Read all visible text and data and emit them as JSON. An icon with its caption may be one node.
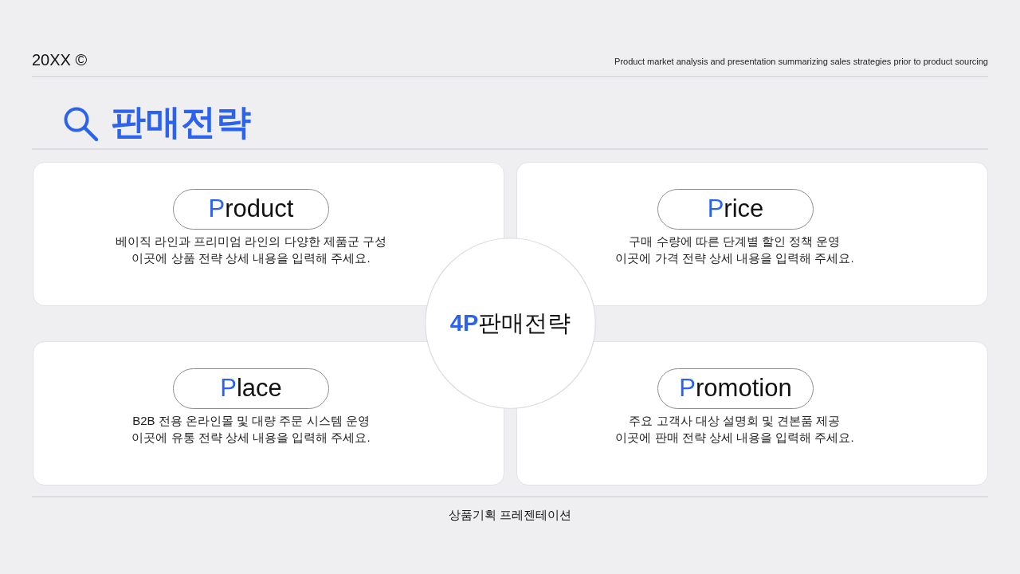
{
  "diagram": {
    "title": "판매전략",
    "nodes": [
      {
        "text": [
          "베이직 라인과 프리미엄 라인의 다양한 제품군 구성",
          "이곳에 상품 전략 상세 내용을 입력해 주세요."
        ]
      },
      {
        "text": [
          "Product"
        ],
        "in": 0
      },
      {
        "text": [
          "구매 수량에 따른 단계별 할인 정책 운영",
          "이곳에 가격 전략 상세 내용을 입력해 주세요."
        ]
      },
      {
        "text": [
          "Price"
        ],
        "in": 2
      },
      {
        "text": [
          "**4P**판매전략"
        ]
      },
      {
        "text": [
          "B2B 전용 온라인몰 및 대량 주문 시스템 운영",
          "이곳에 유통 전략 상세 내용을 입력해 주세요."
        ]
      },
      {
        "text": [
          "Place"
        ],
        "in": 5
      },
      {
        "text": [
          "주요 고객사 대상 설명회 및 견본품 제공",
          "이곳에 판매 전략 상세 내용을 입력해 주세요."
        ]
      },
      {
        "text": [
          "Promotion"
        ],
        "in": 7
      }
    ],
    "labels": [
      "20XX ©",
      "Product market analysis and presentation summarizing sales strategies prior to product sourcing",
      "상품기획 프레젠테이션"
    ]
  }
}
